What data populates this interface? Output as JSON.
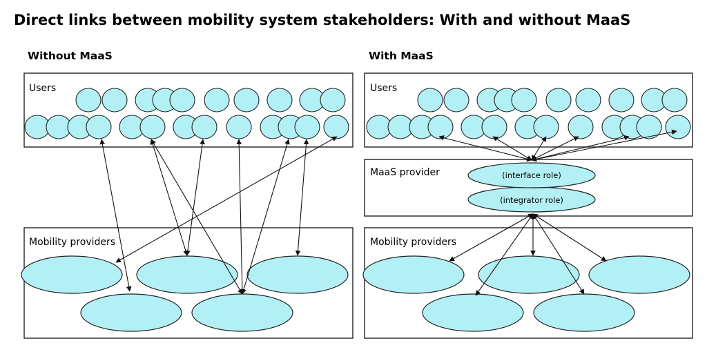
{
  "title": "Direct links between mobility system stakeholders: With and without MaaS",
  "colors": {
    "node_fill": "#b2f0f5",
    "outline": "#222222",
    "arrow": "#111111",
    "background": "#ffffff"
  },
  "panels": {
    "without": {
      "title": "Without MaaS",
      "users_label": "Users",
      "providers_label": "Mobility providers"
    },
    "with": {
      "title": "With MaaS",
      "users_label": "Users",
      "maas_label": "MaaS provider",
      "interface_role": "(interface role)",
      "integrator_role": "(integrator role)",
      "providers_label": "Mobility providers"
    }
  }
}
